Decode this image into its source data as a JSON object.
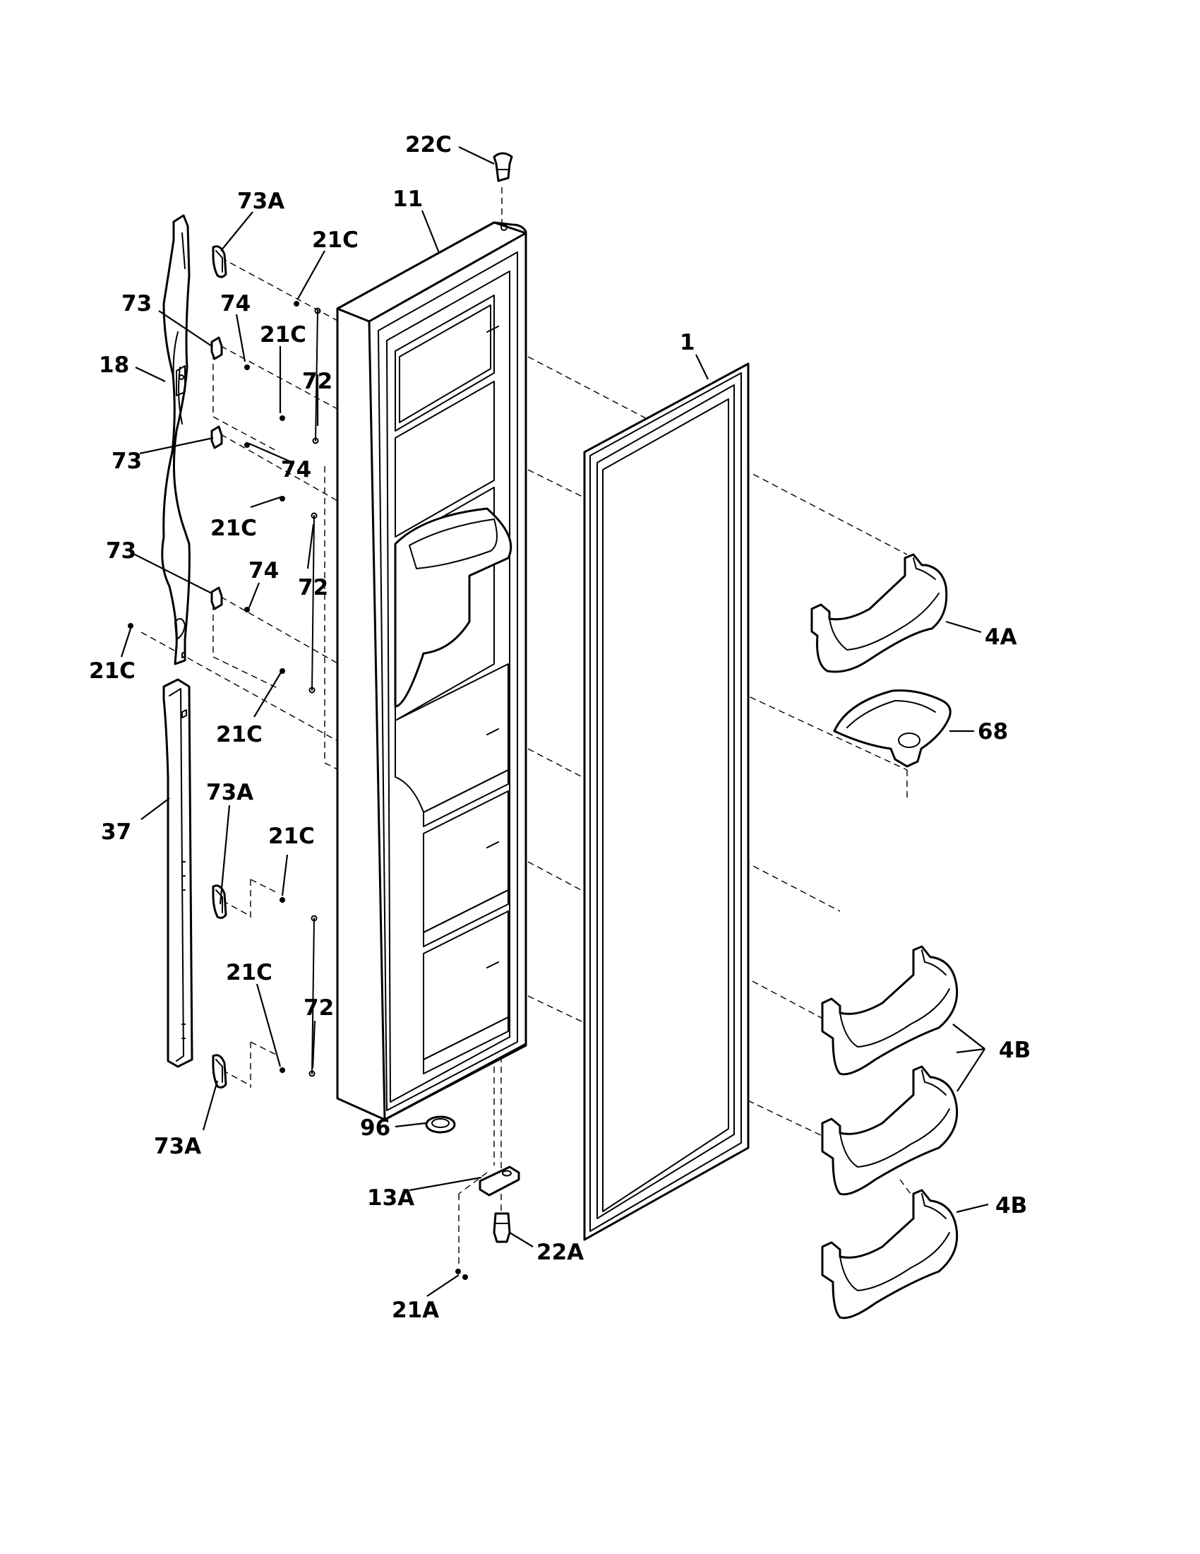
{
  "callouts": {
    "c22C": "22C",
    "c11": "11",
    "c73A_top": "73A",
    "c21C_1": "21C",
    "c73_1": "73",
    "c74_1": "74",
    "c21C_2": "21C",
    "c18": "18",
    "c72_1": "72",
    "c73_2": "73",
    "c74_2": "74",
    "c21C_3": "21C",
    "c73_3": "73",
    "c74_3": "74",
    "c72_2": "72",
    "c21C_4": "21C",
    "c21C_5": "21C",
    "c1": "1",
    "c4A": "4A",
    "c68": "68",
    "c37": "37",
    "c73A_mid": "73A",
    "c21C_6": "21C",
    "c21C_7": "21C",
    "c72_3": "72",
    "c73A_bottom": "73A",
    "c96": "96",
    "c13A": "13A",
    "c22A": "22A",
    "c21A": "21A",
    "c4B_1": "4B",
    "c4B_2": "4B"
  }
}
